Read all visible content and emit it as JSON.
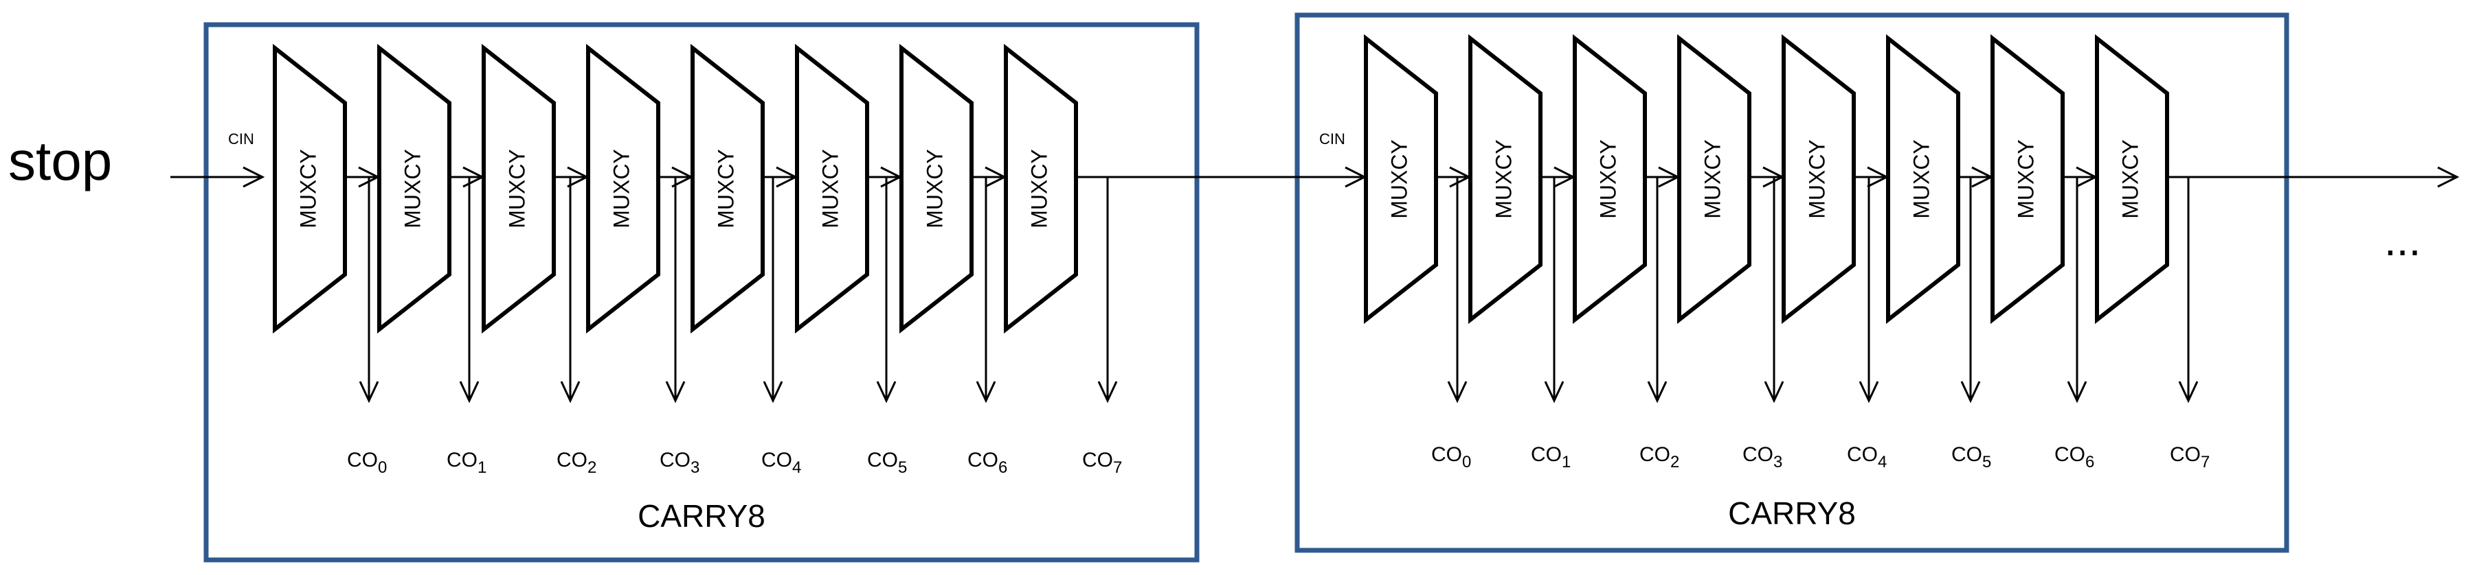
{
  "input_label": "stop",
  "ellipsis": "...",
  "cin_label": "CIN",
  "blocks": [
    {
      "label": "CARRY8",
      "muxes": [
        "MUXCY",
        "MUXCY",
        "MUXCY",
        "MUXCY",
        "MUXCY",
        "MUXCY",
        "MUXCY",
        "MUXCY"
      ],
      "outputs": [
        {
          "base": "CO",
          "sub": "0"
        },
        {
          "base": "CO",
          "sub": "1"
        },
        {
          "base": "CO",
          "sub": "2"
        },
        {
          "base": "CO",
          "sub": "3"
        },
        {
          "base": "CO",
          "sub": "4"
        },
        {
          "base": "CO",
          "sub": "5"
        },
        {
          "base": "CO",
          "sub": "6"
        },
        {
          "base": "CO",
          "sub": "7"
        }
      ]
    },
    {
      "label": "CARRY8",
      "muxes": [
        "MUXCY",
        "MUXCY",
        "MUXCY",
        "MUXCY",
        "MUXCY",
        "MUXCY",
        "MUXCY",
        "MUXCY"
      ],
      "outputs": [
        {
          "base": "CO",
          "sub": "0"
        },
        {
          "base": "CO",
          "sub": "1"
        },
        {
          "base": "CO",
          "sub": "2"
        },
        {
          "base": "CO",
          "sub": "3"
        },
        {
          "base": "CO",
          "sub": "4"
        },
        {
          "base": "CO",
          "sub": "5"
        },
        {
          "base": "CO",
          "sub": "6"
        },
        {
          "base": "CO",
          "sub": "7"
        }
      ]
    }
  ],
  "colors": {
    "block_border": "#2f5a8f",
    "wire": "#000000"
  }
}
